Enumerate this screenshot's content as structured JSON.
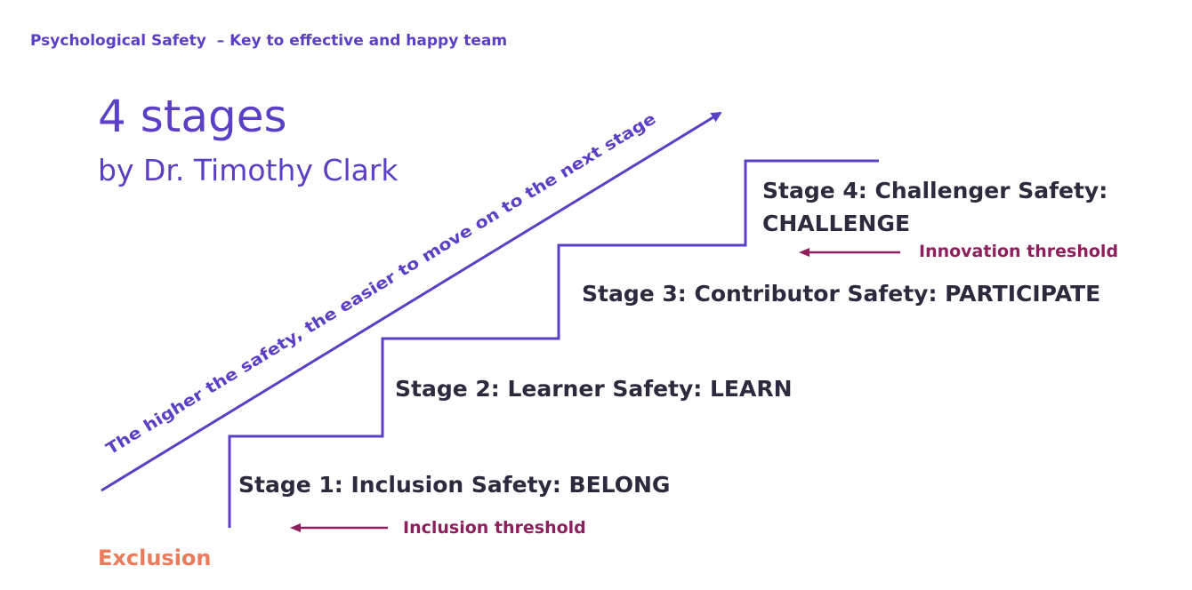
{
  "header": "Psychological Safety  – Key to effective and happy team",
  "title": "4 stages",
  "subtitle": "by Dr. Timothy Clark",
  "diagonal_label": "The higher the safety, the easier to  move on to the next stage",
  "stages": [
    {
      "label": "Stage 1: Inclusion Safety: BELONG"
    },
    {
      "label": "Stage 2: Learner Safety: LEARN"
    },
    {
      "label": "Stage 3: Contributor Safety: PARTICIPATE"
    },
    {
      "label_line1": "Stage 4: Challenger Safety:",
      "label_line2": "CHALLENGE"
    }
  ],
  "thresholds": {
    "inclusion": "Inclusion threshold",
    "innovation": "Innovation threshold"
  },
  "exclusion": "Exclusion",
  "colors": {
    "accent_purple": "#5b3fc4",
    "stage_text": "#2d2a3e",
    "threshold": "#8c1f5c",
    "exclusion": "#ec7a5c"
  }
}
